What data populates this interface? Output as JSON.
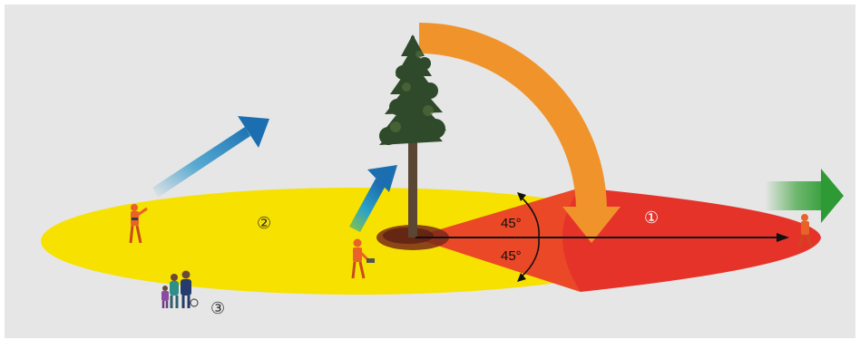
{
  "diagram": {
    "angle_upper_label": "45°",
    "angle_lower_label": "45°",
    "zone_labels": {
      "felling_zone": "①",
      "danger_zone": "②",
      "bystanders": "③"
    },
    "colors": {
      "background_panel": "#e6e6e6",
      "danger_zone_yellow": "#f7e100",
      "felling_zone_red": "#e6332a",
      "fall_arrow_orange": "#f0932b",
      "escape_arrow_blue": "#1b8fc7",
      "exit_arrow_green": "#3aa33a",
      "worker_orange": "#e8622a",
      "trunk_brown": "#5a4632",
      "foliage_green": "#2f4a2a",
      "line_black": "#111111"
    }
  }
}
